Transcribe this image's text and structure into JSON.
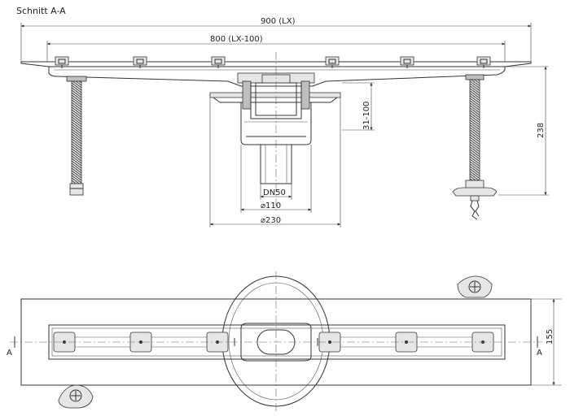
{
  "title": "Schnitt A-A",
  "dimensions": {
    "overall_width": "900 (LX)",
    "inner_width": "800 (LX-100)",
    "adjust_height": "31-100",
    "total_height": "238",
    "outlet": "DN50",
    "body_diameter": "⌀110",
    "flange_diameter": "⌀230",
    "plan_width": "155"
  },
  "section_marks": {
    "left": "A",
    "right": "A"
  }
}
